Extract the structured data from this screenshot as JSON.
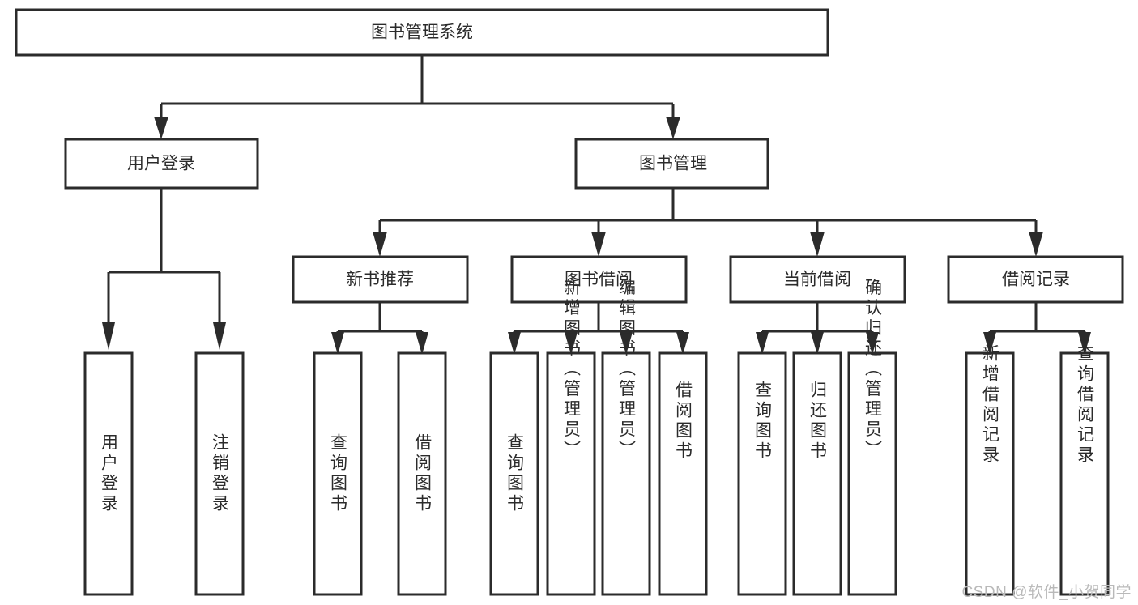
{
  "diagram": {
    "title": "图书管理系统",
    "type": "tree-hierarchy",
    "watermark": "CSDN @软件_小贺同学",
    "colors": {
      "stroke": "#2b2b2b",
      "fill": "#ffffff",
      "background": "#ffffff",
      "watermark": "#b9b9b9"
    },
    "levels": {
      "level1_label": "图书管理系统",
      "level2": [
        {
          "id": "user-login",
          "label": "用户登录"
        },
        {
          "id": "book-management",
          "label": "图书管理"
        }
      ],
      "level3": [
        {
          "id": "new-book-recommend",
          "label": "新书推荐",
          "parent": "book-management"
        },
        {
          "id": "book-borrow",
          "label": "图书借阅",
          "parent": "book-management"
        },
        {
          "id": "current-borrow",
          "label": "当前借阅",
          "parent": "book-management"
        },
        {
          "id": "borrow-record",
          "label": "借阅记录",
          "parent": "book-management"
        }
      ],
      "leaves": [
        {
          "id": "leaf-user-login",
          "label": "用户登录",
          "parent": "user-login"
        },
        {
          "id": "leaf-logout-login",
          "label": "注销登录",
          "parent": "user-login"
        },
        {
          "id": "leaf-query-book-1",
          "label": "查询图书",
          "parent": "new-book-recommend"
        },
        {
          "id": "leaf-borrow-book-1",
          "label": "借阅图书",
          "parent": "new-book-recommend"
        },
        {
          "id": "leaf-query-book-2",
          "label": "查询图书",
          "parent": "book-borrow"
        },
        {
          "id": "leaf-add-book",
          "label": "新增图书（管理员）",
          "parent": "book-borrow"
        },
        {
          "id": "leaf-edit-book",
          "label": "编辑图书（管理员）",
          "parent": "book-borrow"
        },
        {
          "id": "leaf-borrow-book-2",
          "label": "借阅图书",
          "parent": "book-borrow"
        },
        {
          "id": "leaf-query-book-3",
          "label": "查询图书",
          "parent": "current-borrow"
        },
        {
          "id": "leaf-return-book",
          "label": "归还图书",
          "parent": "current-borrow"
        },
        {
          "id": "leaf-confirm-return",
          "label": "确认归还（管理员）",
          "parent": "current-borrow"
        },
        {
          "id": "leaf-add-record",
          "label": "新增借阅记录",
          "parent": "borrow-record"
        },
        {
          "id": "leaf-query-record",
          "label": "查询借阅记录",
          "parent": "borrow-record"
        }
      ]
    }
  }
}
